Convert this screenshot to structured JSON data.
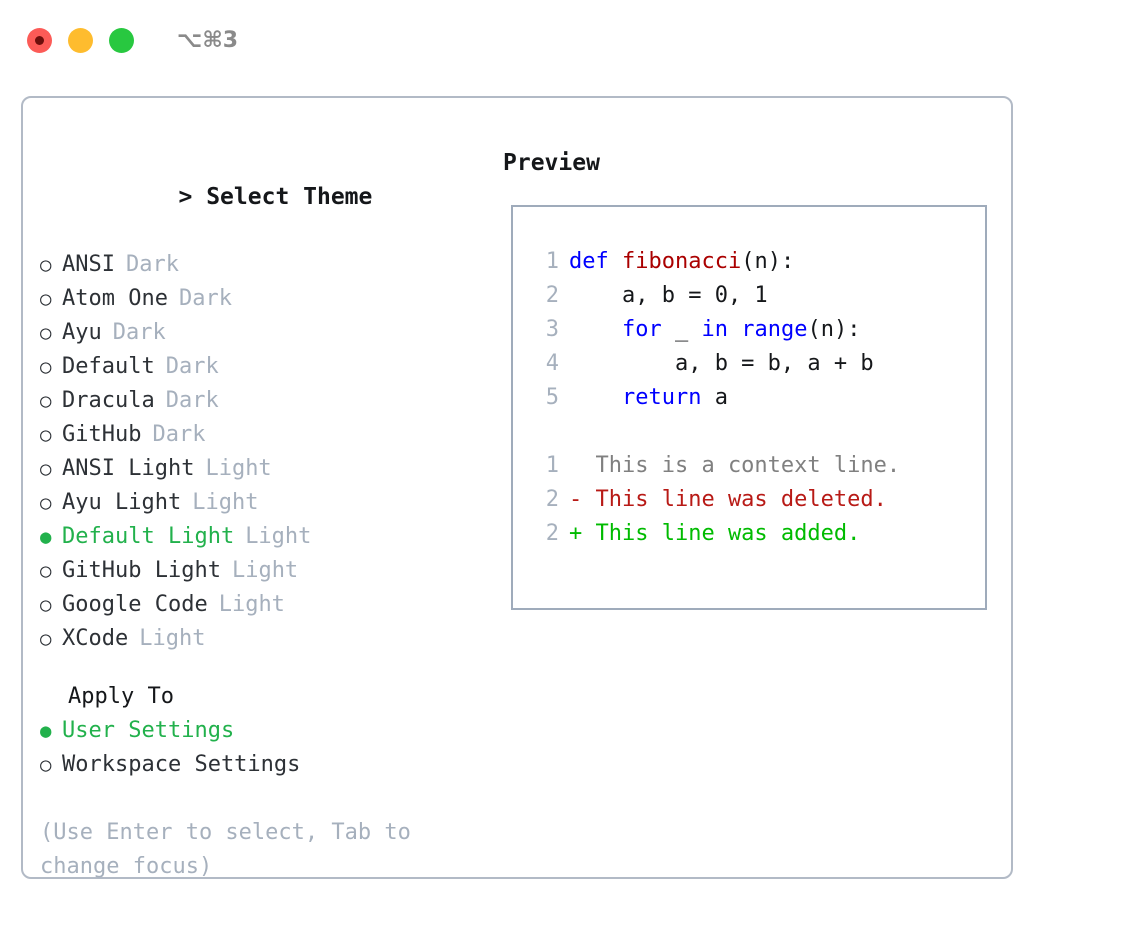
{
  "titlebar": {
    "buttons": [
      "close",
      "minimize",
      "maximize"
    ],
    "shortcut": "⌥⌘3"
  },
  "theme_picker": {
    "header": "> Select Theme",
    "header_caret": ">",
    "header_label": "Select Theme",
    "bullet_selected": "●",
    "bullet_unselected": "○",
    "items": [
      {
        "bullet": "○",
        "label": "ANSI",
        "tag": "Dark",
        "selected": false
      },
      {
        "bullet": "○",
        "label": "Atom One",
        "tag": "Dark",
        "selected": false
      },
      {
        "bullet": "○",
        "label": "Ayu",
        "tag": "Dark",
        "selected": false
      },
      {
        "bullet": "○",
        "label": "Default",
        "tag": "Dark",
        "selected": false
      },
      {
        "bullet": "○",
        "label": "Dracula",
        "tag": "Dark",
        "selected": false
      },
      {
        "bullet": "○",
        "label": "GitHub",
        "tag": "Dark",
        "selected": false
      },
      {
        "bullet": "○",
        "label": "ANSI Light",
        "tag": "Light",
        "selected": false
      },
      {
        "bullet": "○",
        "label": "Ayu Light",
        "tag": "Light",
        "selected": false
      },
      {
        "bullet": "●",
        "label": "Default Light",
        "tag": "Light",
        "selected": true
      },
      {
        "bullet": "○",
        "label": "GitHub Light",
        "tag": "Light",
        "selected": false
      },
      {
        "bullet": "○",
        "label": "Google Code",
        "tag": "Light",
        "selected": false
      },
      {
        "bullet": "○",
        "label": "XCode",
        "tag": "Light",
        "selected": false
      }
    ]
  },
  "apply_to": {
    "header": "Apply To",
    "items": [
      {
        "bullet": "●",
        "label": "User Settings",
        "selected": true
      },
      {
        "bullet": "○",
        "label": "Workspace Settings",
        "selected": false
      }
    ]
  },
  "hint": "(Use Enter to select, Tab to change focus)",
  "preview": {
    "title": "Preview",
    "code_lines": [
      {
        "lineno": "1",
        "tokens": [
          {
            "text": "def ",
            "kind": "kw"
          },
          {
            "text": "fibonacci",
            "kind": "fn"
          },
          {
            "text": "(n):",
            "kind": "plain"
          }
        ]
      },
      {
        "lineno": "2",
        "tokens": [
          {
            "text": "    a, b = 0, 1",
            "kind": "plain"
          }
        ]
      },
      {
        "lineno": "3",
        "tokens": [
          {
            "text": "    ",
            "kind": "plain"
          },
          {
            "text": "for",
            "kind": "kw"
          },
          {
            "text": " _ ",
            "kind": "plain"
          },
          {
            "text": "in",
            "kind": "kw"
          },
          {
            "text": " ",
            "kind": "plain"
          },
          {
            "text": "range",
            "kind": "kw"
          },
          {
            "text": "(n):",
            "kind": "plain"
          }
        ]
      },
      {
        "lineno": "4",
        "tokens": [
          {
            "text": "        a, b = b, a + b",
            "kind": "plain"
          }
        ]
      },
      {
        "lineno": "5",
        "tokens": [
          {
            "text": "    ",
            "kind": "plain"
          },
          {
            "text": "return",
            "kind": "kw"
          },
          {
            "text": " a",
            "kind": "plain"
          }
        ]
      }
    ],
    "diff_lines": [
      {
        "lineno": "1",
        "marker": " ",
        "text": "  This is a context line.",
        "kind": "ctx"
      },
      {
        "lineno": "2",
        "marker": "-",
        "text": "- This line was deleted.",
        "kind": "del"
      },
      {
        "lineno": "2",
        "marker": "+",
        "text": "+ This line was added.",
        "kind": "add"
      }
    ]
  },
  "colors": {
    "accent_green": "#22b14c",
    "keyword_blue": "#0000ff",
    "function_red": "#aa0000",
    "diff_deleted": "#b81a16",
    "diff_added": "#00bb00",
    "muted_gray": "#a6b0bd",
    "context_gray": "#808080",
    "panel_border": "#b2bac6",
    "preview_border": "#9fabbb",
    "traffic_red": "#fc5b57",
    "traffic_yellow": "#febc2e",
    "traffic_green": "#28c840"
  }
}
